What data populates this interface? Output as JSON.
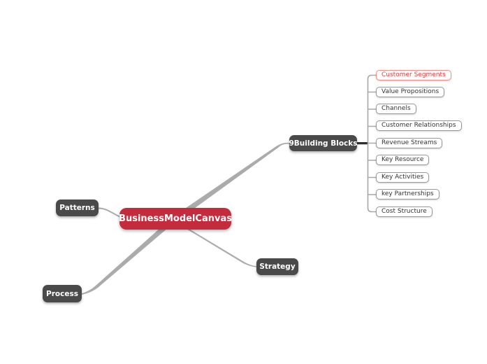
{
  "colors": {
    "root_fill": "#c42b3d",
    "branch_fill": "#4a4a4a",
    "leaf_border": "#999999",
    "leaf_text": "#333333",
    "highlight_border": "#f2908d",
    "highlight_text": "#e04040",
    "line_gray": "#ababab",
    "spine_gray": "#a8a8a8",
    "line_dark": "#2f2f2f"
  },
  "mindmap": {
    "root": {
      "label": "BusinessModelCanvas"
    },
    "branches": [
      {
        "label": "Patterns"
      },
      {
        "label": "9Building Blocks",
        "children": [
          {
            "label": "Customer Segments",
            "highlighted": true
          },
          {
            "label": "Value Propositions"
          },
          {
            "label": "Channels"
          },
          {
            "label": "Customer Relationships"
          },
          {
            "label": "Revenue Streams"
          },
          {
            "label": "Key Resource"
          },
          {
            "label": "Key Activities"
          },
          {
            "label": "key Partnerships"
          },
          {
            "label": "Cost Structure"
          }
        ]
      },
      {
        "label": "Strategy"
      },
      {
        "label": "Process"
      }
    ]
  }
}
